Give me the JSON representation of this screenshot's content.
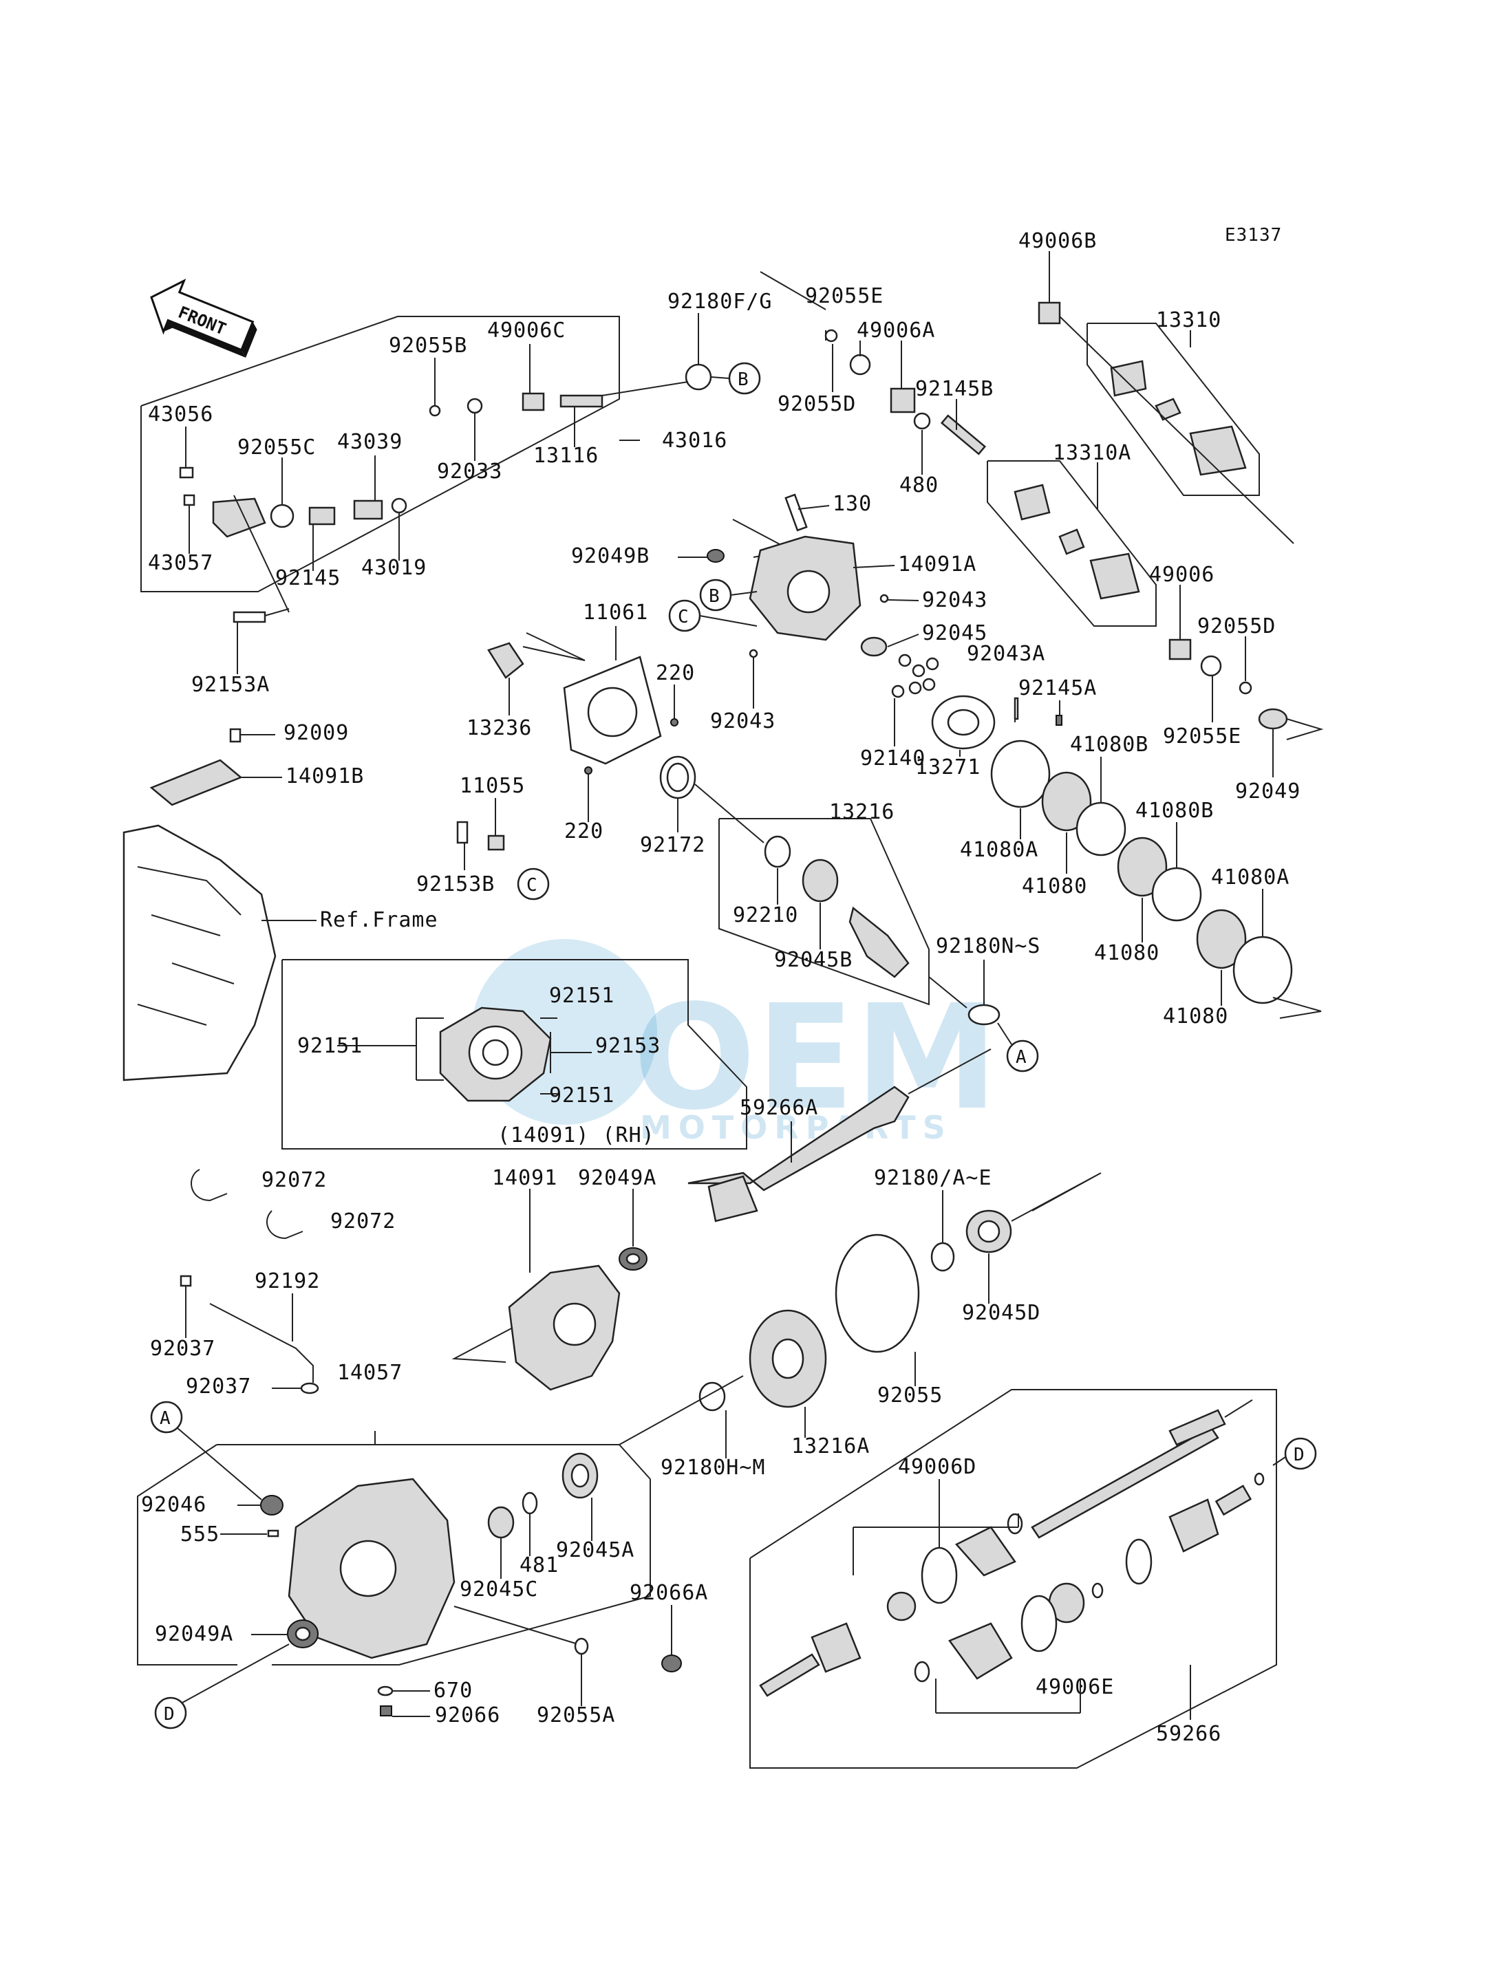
{
  "diagram_code": "E3137",
  "front_label": "FRONT",
  "ref_frame": "Ref.Frame",
  "inset_caption": "(14091)  (RH)",
  "watermark": {
    "brand": "OEM",
    "sub": "MOTORPARTS"
  },
  "circle_letters": {
    "A": "A",
    "B": "B",
    "C": "C",
    "D": "D"
  },
  "parts": {
    "p49006B": "49006B",
    "p13310": "13310",
    "p13310A": "13310A",
    "p49006": "49006",
    "p92055D_r": "92055D",
    "p92055E_r": "92055E",
    "p92049_r": "92049",
    "p92055E_t": "92055E",
    "p49006A": "49006A",
    "p92145B": "92145B",
    "p92055D_t": "92055D",
    "p480": "480",
    "p92180FG": "92180F/G",
    "p92055B": "92055B",
    "p49006C": "49006C",
    "p43056": "43056",
    "p92055C": "92055C",
    "p43039": "43039",
    "p92033": "92033",
    "p13116": "13116",
    "p43016": "43016",
    "p43057": "43057",
    "p92145": "92145",
    "p43019": "43019",
    "p92153A": "92153A",
    "p130": "130",
    "p92049B": "92049B",
    "p14091A": "14091A",
    "p92043a": "92043",
    "p92045": "92045",
    "p11061": "11061",
    "p220a": "220",
    "p92043b": "92043",
    "p13236": "13236",
    "p220b": "220",
    "p92172": "92172",
    "p11055": "11055",
    "p92153B": "92153B",
    "p92009": "92009",
    "p14091B": "14091B",
    "p92043A": "92043A",
    "p92145A": "92145A",
    "p92140": "92140",
    "p13271": "13271",
    "p41080B_1": "41080B",
    "p41080A_1": "41080A",
    "p41080_1": "41080",
    "p41080B_2": "41080B",
    "p41080A_2": "41080A",
    "p41080_2": "41080",
    "p41080_3": "41080",
    "p13216": "13216",
    "p92210": "92210",
    "p92045B": "92045B",
    "p92180NS": "92180N~S",
    "p92151_t": "92151",
    "p92151_l": "92151",
    "p92153": "92153",
    "p92151_b": "92151",
    "p59266A": "59266A",
    "p92072a": "92072",
    "p92072b": "92072",
    "p14091": "14091",
    "p92049A_c": "92049A",
    "p92180AE": "92180/A~E",
    "p92045D": "92045D",
    "p92192": "92192",
    "p92037a": "92037",
    "p92037b": "92037",
    "p14057": "14057",
    "p92055": "92055",
    "p13216A": "13216A",
    "p92180HM": "92180H~M",
    "p92046": "92046",
    "p555": "555",
    "p92045A": "92045A",
    "p481": "481",
    "p92045C": "92045C",
    "p92066A": "92066A",
    "p92049A_b": "92049A",
    "p670": "670",
    "p92066": "92066",
    "p92055A": "92055A",
    "p49006D": "49006D",
    "p49006E": "49006E",
    "p59266": "59266"
  }
}
